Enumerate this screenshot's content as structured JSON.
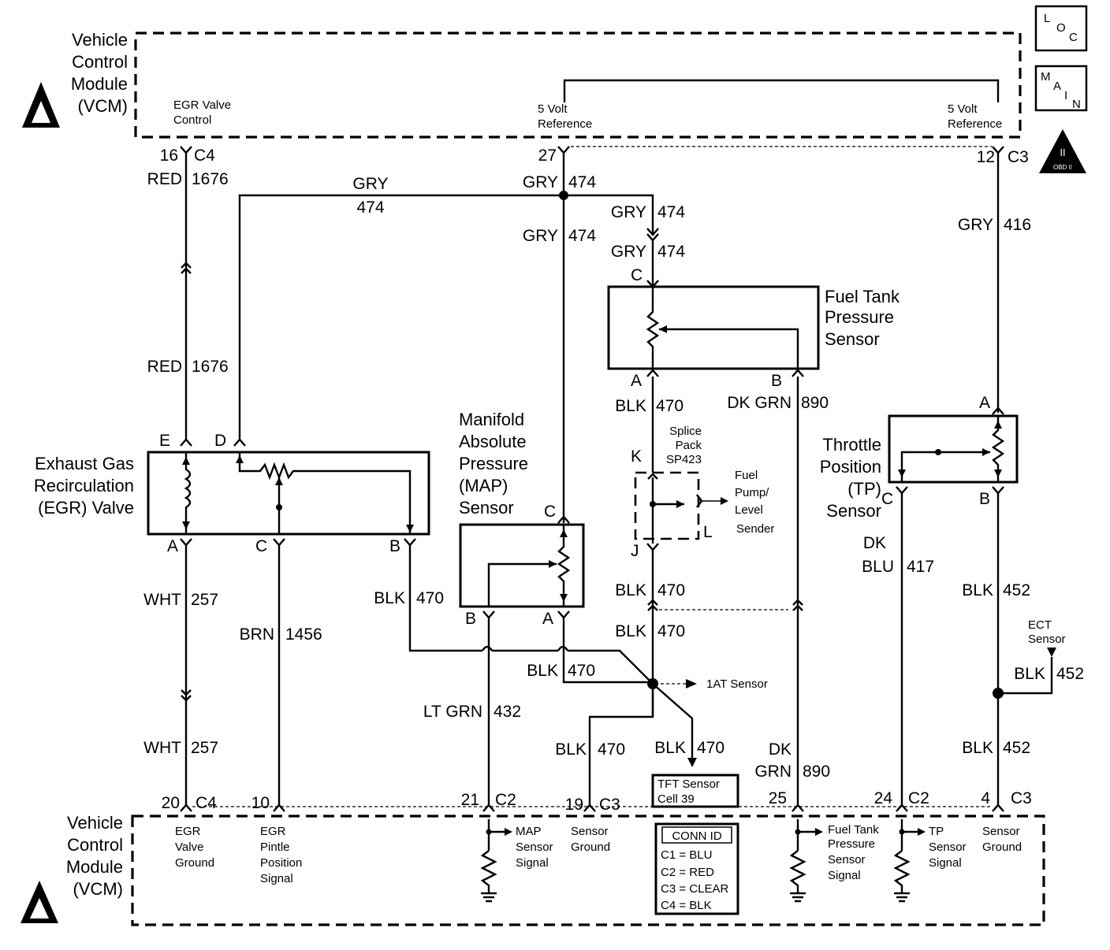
{
  "vcm_top": {
    "name": [
      "Vehicle",
      "Control",
      "Module",
      "(VCM)"
    ],
    "egr_control": [
      "EGR Valve",
      "Control"
    ],
    "ref_a": [
      "5 Volt",
      "Reference"
    ],
    "ref_b": [
      "5 Volt",
      "Reference"
    ]
  },
  "vcm_bottom": {
    "name": [
      "Vehicle",
      "Control",
      "Module",
      "(VCM)"
    ]
  },
  "badges": {
    "loc": [
      "L",
      "O",
      "C"
    ],
    "main": [
      "M",
      "A",
      "I",
      "N"
    ],
    "obd": [
      "II",
      "OBD II"
    ]
  },
  "pins_top": [
    {
      "num": "16",
      "conn": "C4"
    },
    {
      "num": "27",
      "conn": ""
    },
    {
      "num": "12",
      "conn": "C3"
    }
  ],
  "pins_bottom": [
    {
      "num": "20",
      "conn": "C4",
      "func": [
        "EGR",
        "Valve",
        "Ground"
      ]
    },
    {
      "num": "10",
      "conn": "",
      "func": [
        "EGR",
        "Pintle",
        "Position",
        "Signal"
      ]
    },
    {
      "num": "21",
      "conn": "C2",
      "func": [
        "MAP",
        "Sensor",
        "Signal"
      ]
    },
    {
      "num": "19",
      "conn": "C3",
      "func": [
        "Sensor",
        "Ground"
      ]
    },
    {
      "num": "25",
      "conn": "",
      "func": [
        "Fuel Tank",
        "Pressure",
        "Sensor",
        "Signal"
      ]
    },
    {
      "num": "24",
      "conn": "C2",
      "func": [
        "TP",
        "Sensor",
        "Signal"
      ]
    },
    {
      "num": "4",
      "conn": "C3",
      "func": [
        "Sensor",
        "Ground"
      ]
    }
  ],
  "wires": {
    "red_top": {
      "color": "RED",
      "circuit": "1676"
    },
    "red_mid": {
      "color": "RED",
      "circuit": "1676"
    },
    "gry_egr": {
      "color": "GRY",
      "circuit": "474"
    },
    "gry_27": {
      "color": "GRY",
      "circuit": "474"
    },
    "gry_map": {
      "color": "GRY",
      "circuit": "474"
    },
    "gry_ft1": {
      "color": "GRY",
      "circuit": "474"
    },
    "gry_ft2": {
      "color": "GRY",
      "circuit": "474"
    },
    "gry_tp": {
      "color": "GRY",
      "circuit": "416"
    },
    "wht_top": {
      "color": "WHT",
      "circuit": "257"
    },
    "wht_bot": {
      "color": "WHT",
      "circuit": "257"
    },
    "brn": {
      "color": "BRN",
      "circuit": "1456"
    },
    "blk_egr": {
      "color": "BLK",
      "circuit": "470"
    },
    "blk_map": {
      "color": "BLK",
      "circuit": "470"
    },
    "blk_ft": {
      "color": "BLK",
      "circuit": "470"
    },
    "blk_j": {
      "color": "BLK",
      "circuit": "470"
    },
    "blk_j2": {
      "color": "BLK",
      "circuit": "470"
    },
    "blk_19": {
      "color": "BLK",
      "circuit": "470"
    },
    "blk_tft": {
      "color": "BLK",
      "circuit": "470"
    },
    "ltgrn": {
      "color": "LT GRN",
      "circuit": "432"
    },
    "dkgrn_top": {
      "color": "DK GRN",
      "circuit": "890"
    },
    "dkgrn_bot": {
      "color": [
        "DK",
        "GRN"
      ],
      "circuit": "890"
    },
    "dkblu": {
      "color": [
        "DK",
        "BLU"
      ],
      "circuit": "417"
    },
    "blk_tp1": {
      "color": "BLK",
      "circuit": "452"
    },
    "blk_tp2": {
      "color": "BLK",
      "circuit": "452"
    },
    "blk_tp3": {
      "color": "BLK",
      "circuit": "452"
    }
  },
  "components": {
    "egr": {
      "label": [
        "Exhaust Gas",
        "Recirculation",
        "(EGR) Valve"
      ],
      "pins": [
        "E",
        "D",
        "A",
        "C",
        "B"
      ]
    },
    "map": {
      "label": [
        "Manifold",
        "Absolute",
        "Pressure",
        "(MAP)",
        "Sensor"
      ],
      "pins": [
        "C",
        "B",
        "A"
      ]
    },
    "ftp": {
      "label": [
        "Fuel Tank",
        "Pressure",
        "Sensor"
      ],
      "pins": [
        "C",
        "A",
        "B"
      ]
    },
    "tp": {
      "label": [
        "Throttle",
        "Position",
        "(TP)",
        "Sensor"
      ],
      "pins": [
        "A",
        "C",
        "B"
      ]
    },
    "splice": {
      "label": [
        "Splice",
        "Pack",
        "SP423"
      ],
      "pins": [
        "K",
        "J",
        "L"
      ]
    },
    "fuel_pump": {
      "label": [
        "Fuel",
        "Pump/",
        "Level",
        "Sender"
      ]
    },
    "iat": {
      "label": "1AT Sensor"
    },
    "ect": {
      "label": [
        "ECT",
        "Sensor"
      ]
    },
    "tft": {
      "label": [
        "TFT Sensor",
        "Cell 39"
      ]
    }
  },
  "conn_id": {
    "title": "CONN ID",
    "rows": [
      "C1 = BLU",
      "C2 = RED",
      "C3 = CLEAR",
      "C4 = BLK"
    ]
  }
}
